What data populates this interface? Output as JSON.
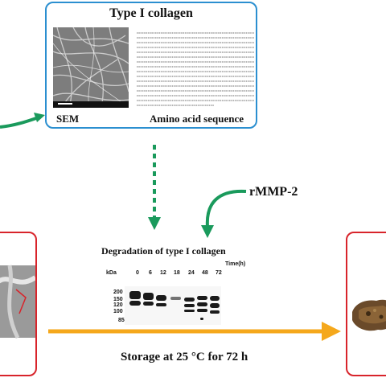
{
  "collagen_box": {
    "title": "Type I collagen",
    "sem_label": "SEM",
    "sequence_label": "Amino acid sequence",
    "border_color": "#2b8fd0"
  },
  "enzyme_label": "rMMP-2",
  "degradation": {
    "title": "Degradation of type I  collagen",
    "unit_label": "kDa",
    "time_label": "Time(h)",
    "lanes": [
      "0",
      "6",
      "12",
      "18",
      "24",
      "48",
      "72"
    ],
    "markers": [
      "200",
      "150",
      "120",
      "100",
      "85"
    ]
  },
  "storage_label": "Storage at 25 °C for 72 h",
  "colors": {
    "arrow_green": "#1a9a5c",
    "arrow_orange": "#f5a81c",
    "box_red": "#d8242b"
  },
  "icons": {
    "sem_image": "sem-micrograph-image",
    "meat_image": "meat-sample-image",
    "gel_image": "western-blot-gel"
  }
}
